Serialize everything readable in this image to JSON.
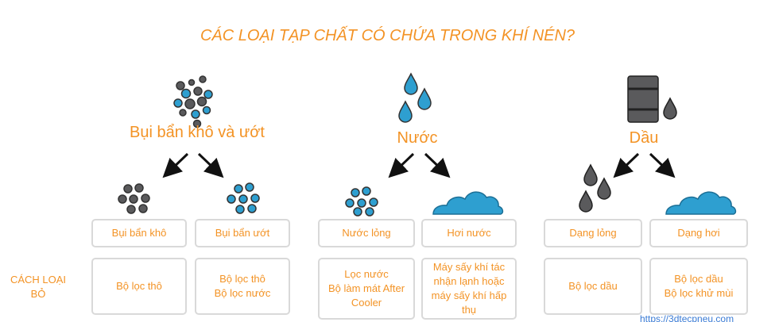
{
  "title": "CÁC LOẠI TẠP CHẤT CÓ CHỨA TRONG KHÍ NÉN?",
  "method_label": "CÁCH LOẠI BỎ",
  "url": "https://3dtecpneu.com",
  "colors": {
    "accent": "#f39325",
    "blue": "#2e9fd0",
    "gray": "#5a5a5c",
    "border": "#d9d9d9"
  },
  "categories": [
    {
      "name": "Bụi bẩn khô và ướt",
      "icon": "dust-particles-icon",
      "types": [
        {
          "label": "Bụi bẩn khô",
          "icon": "gray-particles-icon",
          "solution": "Bộ lọc thô"
        },
        {
          "label": "Bụi bẩn ướt",
          "icon": "blue-particles-icon",
          "solution": "Bộ lọc thô\nBộ lọc nước"
        }
      ]
    },
    {
      "name": "Nước",
      "icon": "water-drops-icon",
      "types": [
        {
          "label": "Nước lỏng",
          "icon": "blue-particles-icon",
          "solution": "Lọc nước\nBộ làm mát After Cooler"
        },
        {
          "label": "Hơi nước",
          "icon": "cloud-icon",
          "solution": "Máy sấy khí tác nhận lạnh hoặc máy sấy khí hấp thụ"
        }
      ]
    },
    {
      "name": "Dầu",
      "icon": "oil-barrel-icon",
      "types": [
        {
          "label": "Dạng lỏng",
          "icon": "oil-drops-icon",
          "solution": "Bộ lọc dầu"
        },
        {
          "label": "Dạng hơi",
          "icon": "cloud-icon",
          "solution": "Bộ lọc dầu\nBộ lọc khử mùi"
        }
      ]
    }
  ]
}
